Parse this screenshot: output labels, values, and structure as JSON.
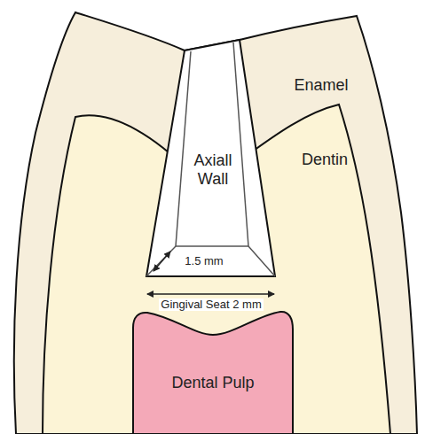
{
  "diagram": {
    "labels": [
      "Enamel",
      "Dentin",
      "Axiall Wall",
      "1.5 mm",
      "Gingival Seat 2 mm",
      "Dental Pulp"
    ]
  }
}
